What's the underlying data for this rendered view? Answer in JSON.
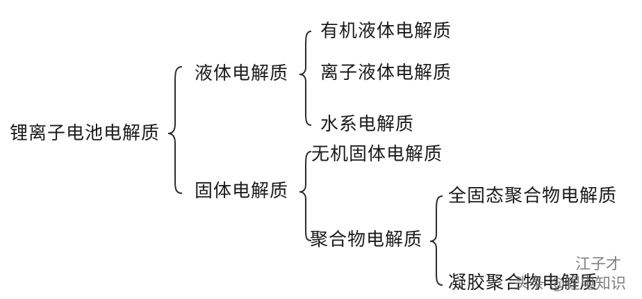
{
  "tree": {
    "root": "锂离子电池电解质",
    "liquid": {
      "label": "液体电解质",
      "children": [
        "有机液体电解质",
        "离子液体电解质",
        "水系电解质"
      ]
    },
    "solid": {
      "label": "固体电解质",
      "inorganic": "无机固体电解质",
      "polymer": {
        "label": "聚合物电解质",
        "children": [
          "全固态聚合物电解质",
          "凝胶聚合物电解质"
        ]
      }
    }
  },
  "watermark": {
    "line1": "江子才",
    "line2": "头条 @锂电知识"
  }
}
